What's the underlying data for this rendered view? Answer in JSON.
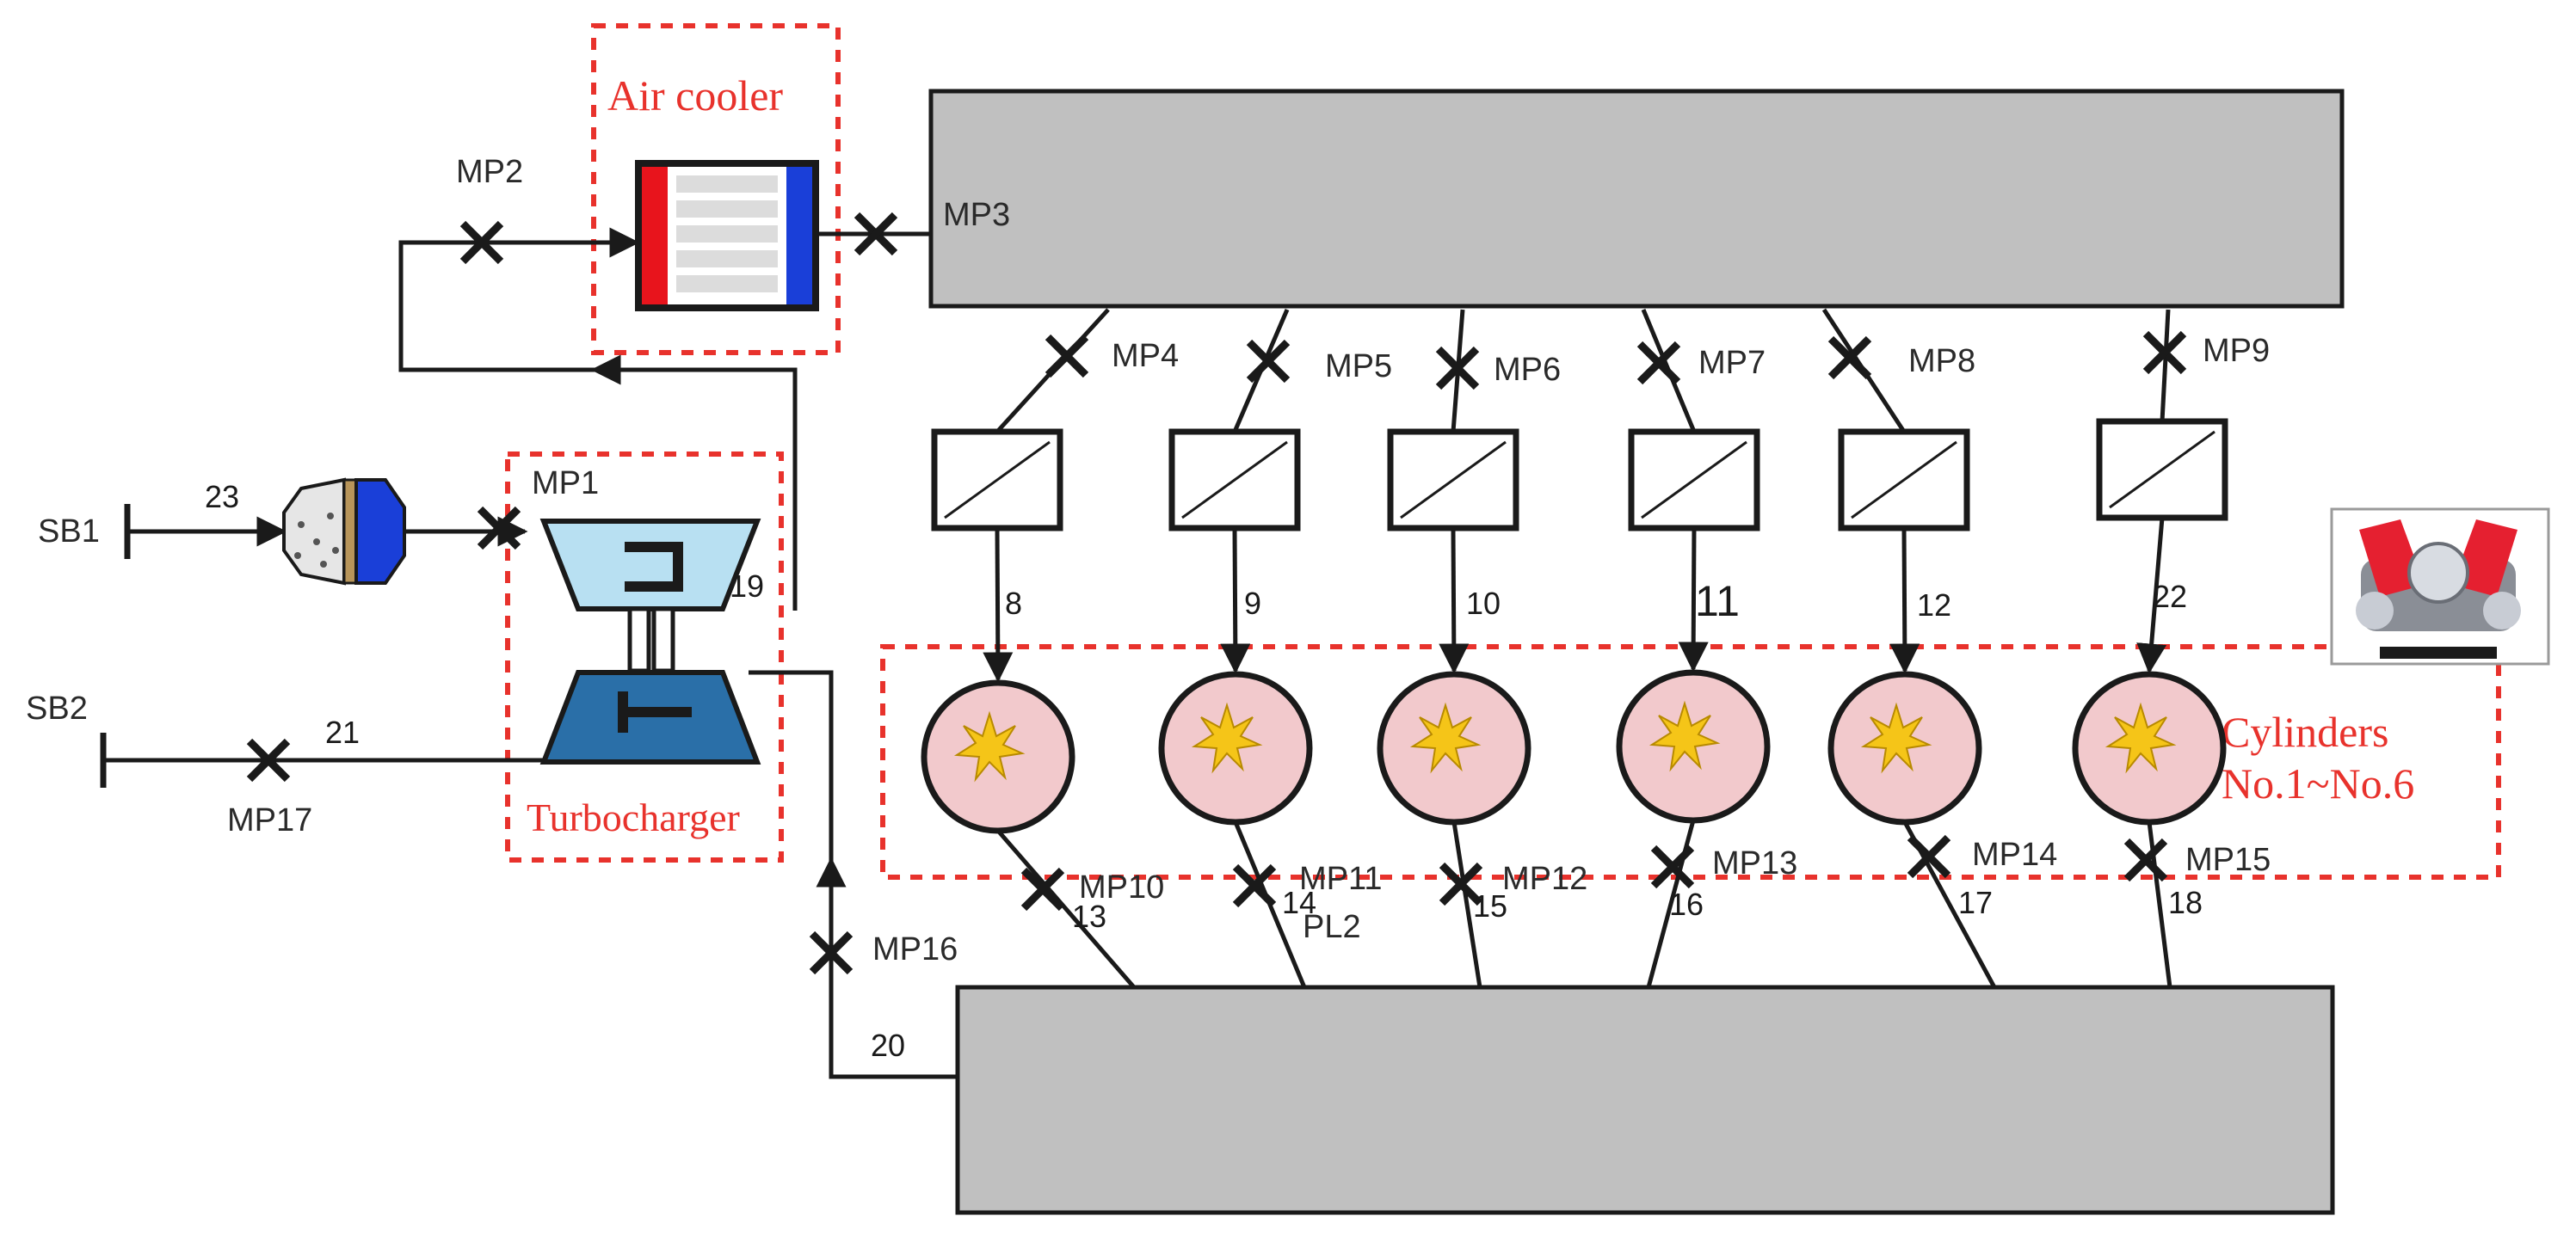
{
  "colors": {
    "manifold": "#c0c0c0",
    "cylinder": "#f2c9cc",
    "spark": "#f5c518",
    "dashed": "#e8322c",
    "turbo": "#2a6fa8",
    "compressor": "#b8e0f2",
    "cooler_hot": "#e8141c",
    "cooler_cold": "#1a3fd8",
    "line": "#1a1a1a"
  },
  "groups": {
    "air_cooler": "Air cooler",
    "turbocharger": "Turbocharger",
    "cylinders_line1": "Cylinders",
    "cylinders_line2": "No.1~No.6"
  },
  "boundaries": {
    "sb1": "SB1",
    "sb2": "SB2"
  },
  "measure_points": {
    "mp1": "MP1",
    "mp2": "MP2",
    "mp3": "MP3",
    "mp4": "MP4",
    "mp5": "MP5",
    "mp6": "MP6",
    "mp7": "MP7",
    "mp8": "MP8",
    "mp9": "MP9",
    "mp10": "MP10",
    "mp11": "MP11",
    "mp12": "MP12",
    "mp13": "MP13",
    "mp14": "MP14",
    "mp15": "MP15",
    "mp16": "MP16",
    "mp17": "MP17"
  },
  "pipes": {
    "p8": "8",
    "p9": "9",
    "p10": "10",
    "p11": "11",
    "p12": "12",
    "p22": "22",
    "p13": "13",
    "p14": "14",
    "p15": "15",
    "p16": "16",
    "p17": "17",
    "p18": "18",
    "p19": "19",
    "p20": "20",
    "p21": "21",
    "p23": "23"
  },
  "pl2": "PL2",
  "icons": {
    "engine": "engine-icon",
    "filter": "air-filter-icon",
    "injector": "injector-icon",
    "cylinder": "cylinder-combustion-icon",
    "measure": "measure-point-cross-icon"
  }
}
